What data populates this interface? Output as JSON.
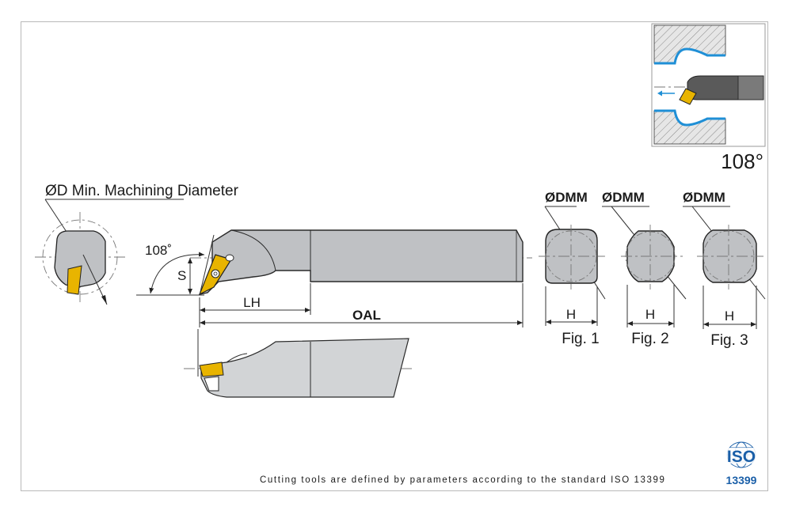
{
  "labels": {
    "min_machining": "ØD Min. Machining Diameter",
    "angle_main": "108˚",
    "angle_inset": "108°",
    "dim_s": "S",
    "dim_lh": "LH",
    "dim_oal": "OAL",
    "dmm": "ØDMM",
    "dim_h": "H",
    "fig1": "Fig. 1",
    "fig2": "Fig. 2",
    "fig3": "Fig. 3"
  },
  "footer": {
    "standard_text": "Cutting tools are defined by parameters according to the standard ISO 13399",
    "iso_logo_text": "ISO",
    "iso_logo_number": "13399"
  },
  "colors": {
    "insert_gold": "#e8b400",
    "coolant_blue": "#1f8fd6",
    "shank_gray": "#bfc1c4",
    "iso_blue": "#1a5fa8"
  }
}
